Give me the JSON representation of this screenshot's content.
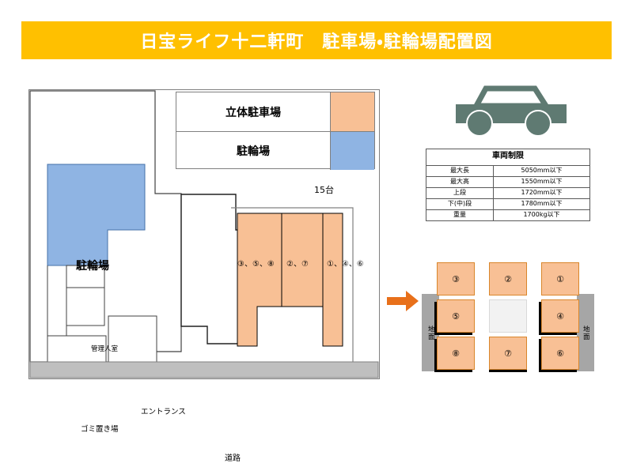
{
  "title": {
    "text": "日宝ライフ十二軒町　駐車場・駐輪場配置図"
  },
  "legend": {
    "items": [
      {
        "label": "立体駐車場",
        "color": "#F8C095"
      },
      {
        "label": "駐輪場",
        "color": "#8FB4E3"
      }
    ],
    "capacity": "15台"
  },
  "site_plan": {
    "bike_parking_label": "駐輪場",
    "manager_room_label": "管理人室",
    "garbage_label": "ゴミ置き場",
    "entrance_label": "エントランス",
    "road_label": "道路",
    "stalls": [
      {
        "label": "③、⑤、⑧"
      },
      {
        "label": "②、⑦"
      },
      {
        "label": "①、④、⑥"
      }
    ]
  },
  "restriction_table": {
    "title": "車両制限",
    "rows": [
      {
        "key": "最大長",
        "value": "5050mm以下"
      },
      {
        "key": "最大高",
        "value": "1550mm以下"
      },
      {
        "key": "上段",
        "value": "1720mm以下"
      },
      {
        "key": "下(中)段",
        "value": "1780mm以下"
      },
      {
        "key": "重量",
        "value": "1700kg以下"
      }
    ]
  },
  "stack_grid": {
    "ground_label_left": "地面",
    "ground_label_right": "地面",
    "cells": [
      {
        "label": "③"
      },
      {
        "label": "②"
      },
      {
        "label": "①"
      },
      {
        "label": "⑤"
      },
      {
        "label": ""
      },
      {
        "label": "④"
      },
      {
        "label": "⑧"
      },
      {
        "label": "⑦"
      },
      {
        "label": "⑥"
      }
    ]
  },
  "colors": {
    "banner": "#FFC000",
    "parking_orange": "#F8C095",
    "bike_blue": "#8FB4E3",
    "road_gray": "#BFBFBF",
    "ground_gray": "#A6A6A6",
    "car_body": "#5F7A72",
    "arrow_orange": "#E8701A"
  }
}
